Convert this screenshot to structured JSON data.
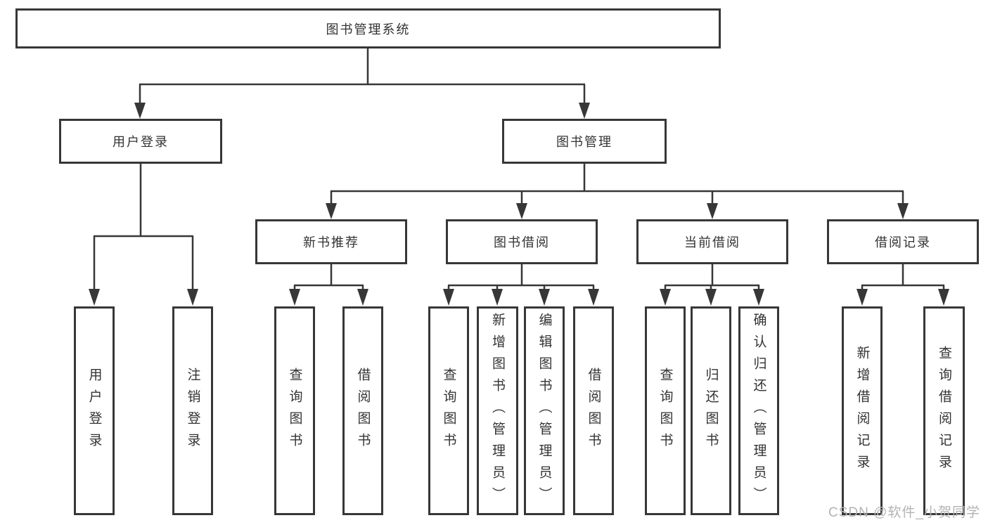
{
  "diagram": {
    "root": "图书管理系统",
    "user_login": {
      "label": "用户登录",
      "children": [
        "用户登录",
        "注销登录"
      ]
    },
    "book_mgmt": {
      "label": "图书管理",
      "groups": [
        {
          "label": "新书推荐",
          "children": [
            "查询图书",
            "借阅图书"
          ]
        },
        {
          "label": "图书借阅",
          "children": [
            "查询图书",
            "新增图书（管理员）",
            "编辑图书（管理员）",
            "借阅图书"
          ]
        },
        {
          "label": "当前借阅",
          "children": [
            "查询图书",
            "归还图书",
            "确认归还（管理员）"
          ]
        },
        {
          "label": "借阅记录",
          "children": [
            "新增借阅记录",
            "查询借阅记录"
          ]
        }
      ]
    }
  },
  "colors": {
    "line": "#373737",
    "text": "#333333",
    "watermark": "#b3b3b3",
    "background": "#ffffff"
  },
  "watermark": {
    "text": "CSDN @软件_小贺同学"
  }
}
